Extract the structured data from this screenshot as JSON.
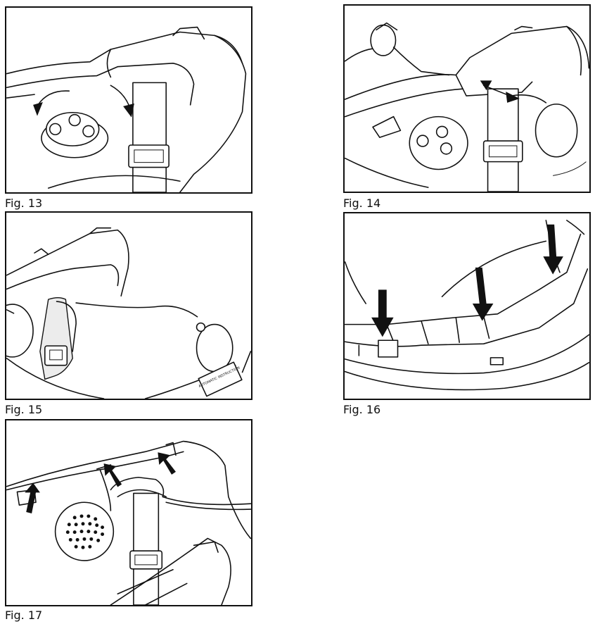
{
  "figures": [
    {
      "id": "fig13",
      "caption": "Fig. 13"
    },
    {
      "id": "fig14",
      "caption": "Fig. 14"
    },
    {
      "id": "fig15",
      "caption": "Fig. 15"
    },
    {
      "id": "fig16",
      "caption": "Fig. 16"
    },
    {
      "id": "fig17",
      "caption": "Fig. 17"
    }
  ],
  "fig15_label_text": "AUTOMATIC INSTRUCTION"
}
